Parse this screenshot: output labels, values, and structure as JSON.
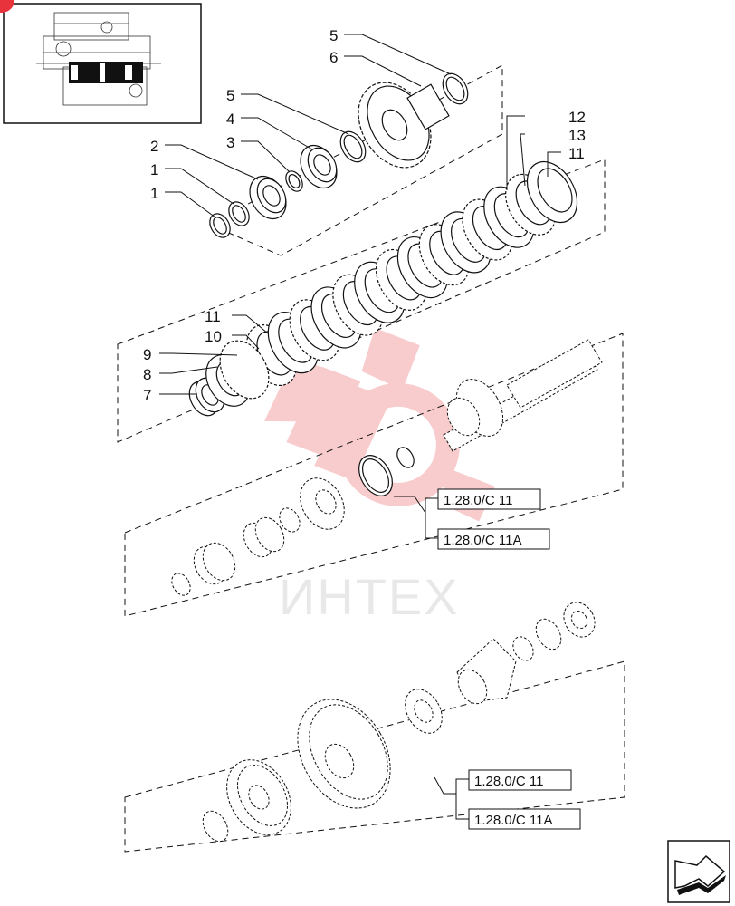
{
  "callouts": [
    {
      "id": "c-5a",
      "label": "5"
    },
    {
      "id": "c-6",
      "label": "6"
    },
    {
      "id": "c-5b",
      "label": "5"
    },
    {
      "id": "c-4",
      "label": "4"
    },
    {
      "id": "c-3",
      "label": "3"
    },
    {
      "id": "c-2",
      "label": "2"
    },
    {
      "id": "c-1a",
      "label": "1"
    },
    {
      "id": "c-1b",
      "label": "1"
    },
    {
      "id": "c-12",
      "label": "12"
    },
    {
      "id": "c-13",
      "label": "13"
    },
    {
      "id": "c-11a",
      "label": "11"
    },
    {
      "id": "c-11b",
      "label": "11"
    },
    {
      "id": "c-10",
      "label": "10"
    },
    {
      "id": "c-9",
      "label": "9"
    },
    {
      "id": "c-8",
      "label": "8"
    },
    {
      "id": "c-7",
      "label": "7"
    }
  ],
  "references": {
    "upper": [
      "1.28.0/C 11",
      "1.28.0/C 11A"
    ],
    "lower": [
      "1.28.0/C 11",
      "1.28.0/C 11A"
    ]
  },
  "watermark": {
    "text": "ИНТЕХ",
    "color": "#e8323c"
  },
  "colors": {
    "line": "#111111",
    "watermark": "#f3a3a6"
  },
  "nav": {
    "icon": "next-page-arrow-icon"
  }
}
